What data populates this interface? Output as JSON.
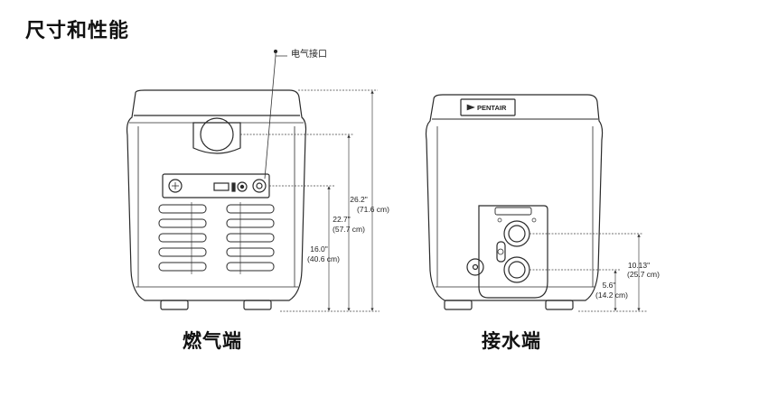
{
  "title": "尺寸和性能",
  "views": {
    "gas_side": {
      "label": "燃气端"
    },
    "water_side": {
      "label": "接水端"
    }
  },
  "callouts": {
    "electrical_port": "电气接口"
  },
  "brand": {
    "name": "PENTAIR"
  },
  "dimensions": {
    "overall_height": {
      "in": "26.2\"",
      "cm": "(71.6 cm)"
    },
    "exhaust_height": {
      "in": "22.7\"",
      "cm": "(57.7 cm)"
    },
    "gas_inlet_height": {
      "in": "16.0\"",
      "cm": "(40.6 cm)"
    },
    "water_inlet_height": {
      "in": "10.13\"",
      "cm": "(25.7 cm)"
    },
    "water_outlet_height": {
      "in": "5.6\"",
      "cm": "(14.2 cm)"
    }
  }
}
